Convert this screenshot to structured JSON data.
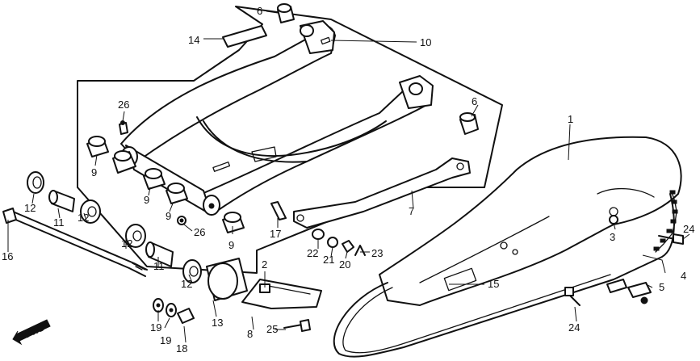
{
  "callouts": [
    {
      "id": "1",
      "text": "1"
    },
    {
      "id": "2",
      "text": "2"
    },
    {
      "id": "3",
      "text": "3"
    },
    {
      "id": "4",
      "text": "4"
    },
    {
      "id": "5",
      "text": "5"
    },
    {
      "id": "6a",
      "text": "6"
    },
    {
      "id": "6b",
      "text": "6"
    },
    {
      "id": "7",
      "text": "7"
    },
    {
      "id": "8",
      "text": "8"
    },
    {
      "id": "9a",
      "text": "9"
    },
    {
      "id": "9b",
      "text": "9"
    },
    {
      "id": "9c",
      "text": "9"
    },
    {
      "id": "9d",
      "text": "9"
    },
    {
      "id": "10",
      "text": "10"
    },
    {
      "id": "11a",
      "text": "11"
    },
    {
      "id": "11b",
      "text": "11"
    },
    {
      "id": "12a",
      "text": "12"
    },
    {
      "id": "12b",
      "text": "12"
    },
    {
      "id": "12c",
      "text": "12"
    },
    {
      "id": "12d",
      "text": "12"
    },
    {
      "id": "13",
      "text": "13"
    },
    {
      "id": "14",
      "text": "14"
    },
    {
      "id": "15",
      "text": "15"
    },
    {
      "id": "16",
      "text": "16"
    },
    {
      "id": "17",
      "text": "17"
    },
    {
      "id": "18",
      "text": "18"
    },
    {
      "id": "19a",
      "text": "19"
    },
    {
      "id": "19b",
      "text": "19"
    },
    {
      "id": "20",
      "text": "20"
    },
    {
      "id": "21",
      "text": "21"
    },
    {
      "id": "22",
      "text": "22"
    },
    {
      "id": "23",
      "text": "23"
    },
    {
      "id": "24a",
      "text": "24"
    },
    {
      "id": "24b",
      "text": "24"
    },
    {
      "id": "25",
      "text": "25"
    },
    {
      "id": "26a",
      "text": "26"
    },
    {
      "id": "26b",
      "text": "26"
    }
  ],
  "direction_label": "FWD",
  "icons": {
    "direction_arrow": "fwd-arrow-icon"
  }
}
